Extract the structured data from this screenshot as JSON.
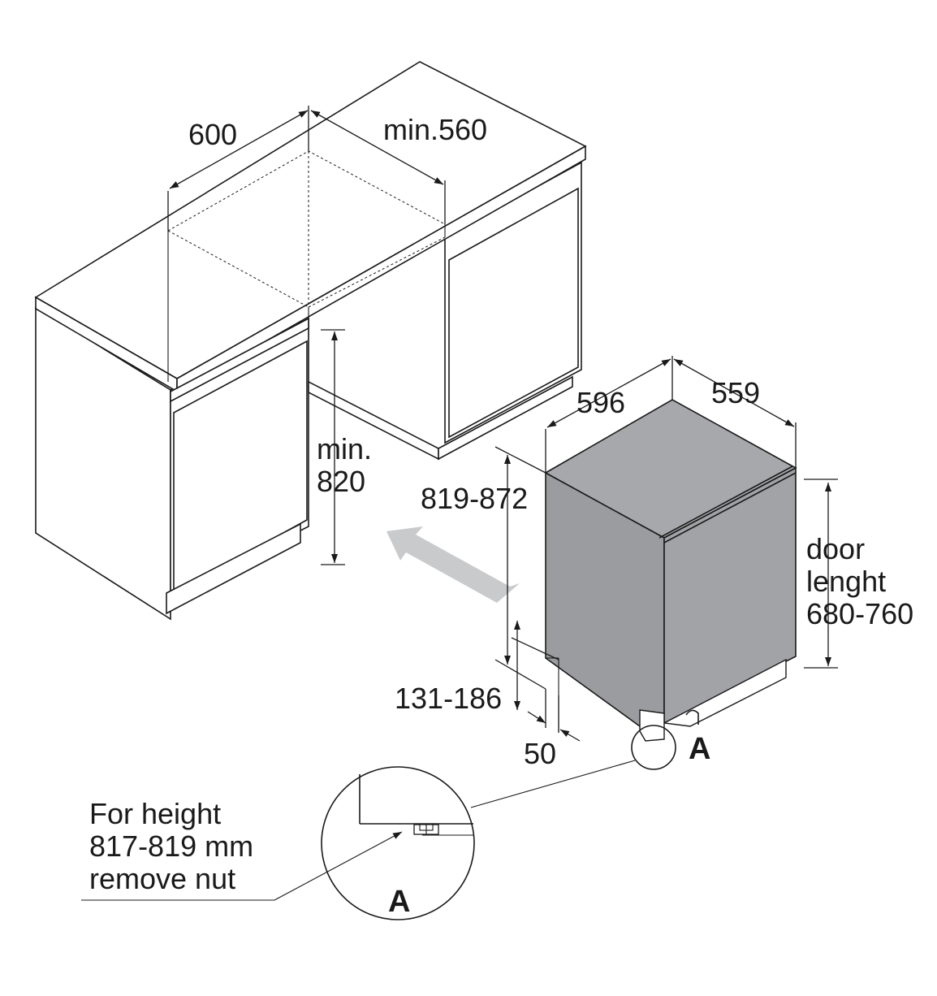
{
  "colors": {
    "line": "#1a1a1a",
    "appliance_top": "#a7a8ab",
    "appliance_side": "#9b9ca0",
    "appliance_front": "#a2a3a6",
    "arrow": "#c9cacc"
  },
  "dimensions": {
    "cabinet_width": "600",
    "cabinet_depth": "min.560",
    "cabinet_height_line1": "min.",
    "cabinet_height_line2": "820",
    "appliance_width": "596",
    "appliance_depth": "559",
    "appliance_height": "819-872",
    "door_line1": "door",
    "door_line2": "lenght",
    "door_line3": "680-760",
    "plinth_height": "131-186",
    "plinth_depth": "50"
  },
  "detail": {
    "marker": "A",
    "zoom_marker": "A",
    "note_line1": "For height",
    "note_line2": "817-819 mm",
    "note_line3": "remove nut"
  }
}
